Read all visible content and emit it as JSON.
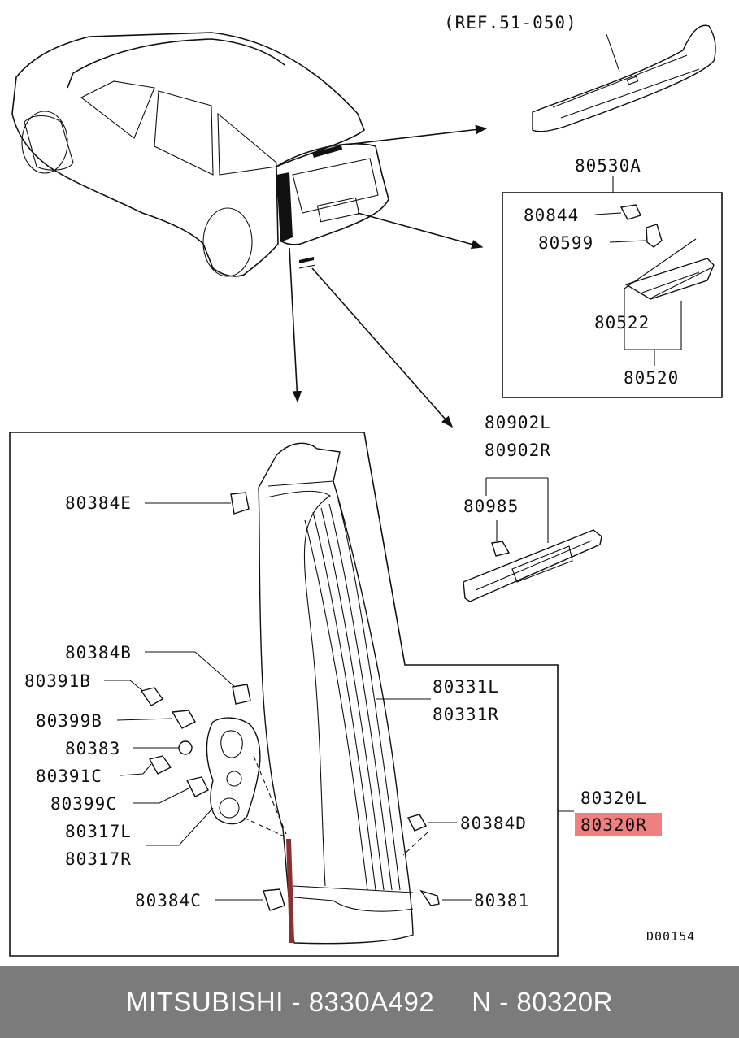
{
  "diagram": {
    "ref_label": "(REF.51-050)",
    "drawing_code": "D00154",
    "labels": {
      "p80530A": "80530A",
      "p80844": "80844",
      "p80599": "80599",
      "p80522": "80522",
      "p80520": "80520",
      "p80902L": "80902L",
      "p80902R": "80902R",
      "p80985": "80985",
      "p80384E": "80384E",
      "p80384B": "80384B",
      "p80391B": "80391B",
      "p80399B": "80399B",
      "p80383": "80383",
      "p80391C": "80391C",
      "p80399C": "80399C",
      "p80317L": "80317L",
      "p80317R": "80317R",
      "p80384C": "80384C",
      "p80331L": "80331L",
      "p80331R": "80331R",
      "p80320L": "80320L",
      "p80320R": "80320R",
      "p80384D": "80384D",
      "p80381": "80381"
    },
    "highlight_color": "#f08080"
  },
  "footer": {
    "brand_part": "MITSUBISHI - 8330A492",
    "ref_number": "N - 80320R",
    "background_color": "#7b7b7b"
  }
}
